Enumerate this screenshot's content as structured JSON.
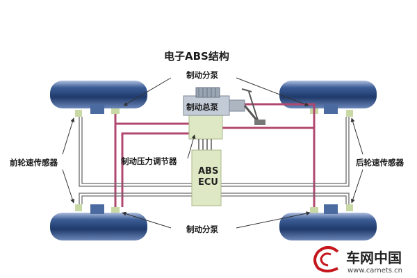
{
  "title": "电子ABS结构",
  "labels": {
    "brake_pump_top": "制动分泵",
    "master_cylinder": "制动总泵",
    "pressure_regulator": "制动压力调节器",
    "ecu_line1": "ABS",
    "ecu_line2": "ECU",
    "front_sensor": "前轮速传感器",
    "rear_sensor": "后轮速传感器",
    "brake_pump_bottom": "制动分泵"
  },
  "brand": {
    "name": "车网中国",
    "url": "www.carnets.cn",
    "logo_icon": "cn-logo-icon"
  },
  "colors": {
    "wheel": "#2f4f86",
    "wheel_light": "#9fb4d8",
    "ecu": "#dfe8c4",
    "hydraulic": "#b04870",
    "signal": "#5a5a5a",
    "brand_red": "#c4161c"
  }
}
